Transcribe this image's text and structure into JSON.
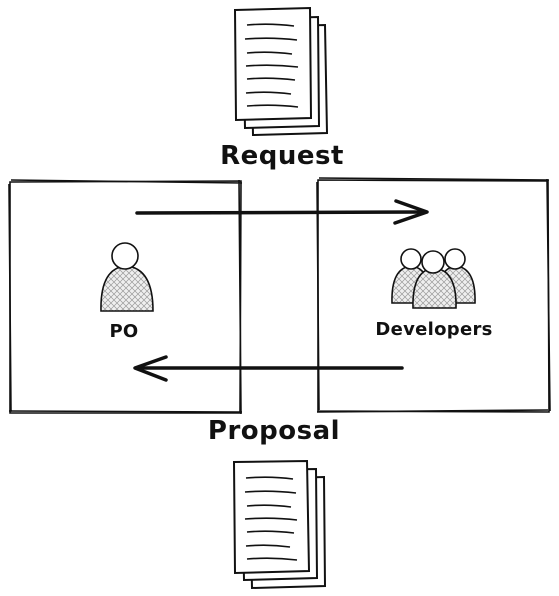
{
  "diagram": {
    "labels": {
      "request": "Request",
      "proposal": "Proposal",
      "po": "PO",
      "developers": "Developers"
    },
    "colors": {
      "stroke": "#111111",
      "person_fill": "#e6e6e6"
    },
    "icons": {
      "request_doc": "document-stack-icon",
      "proposal_doc": "document-stack-icon",
      "po": "person-icon",
      "developers": "group-icon"
    }
  }
}
